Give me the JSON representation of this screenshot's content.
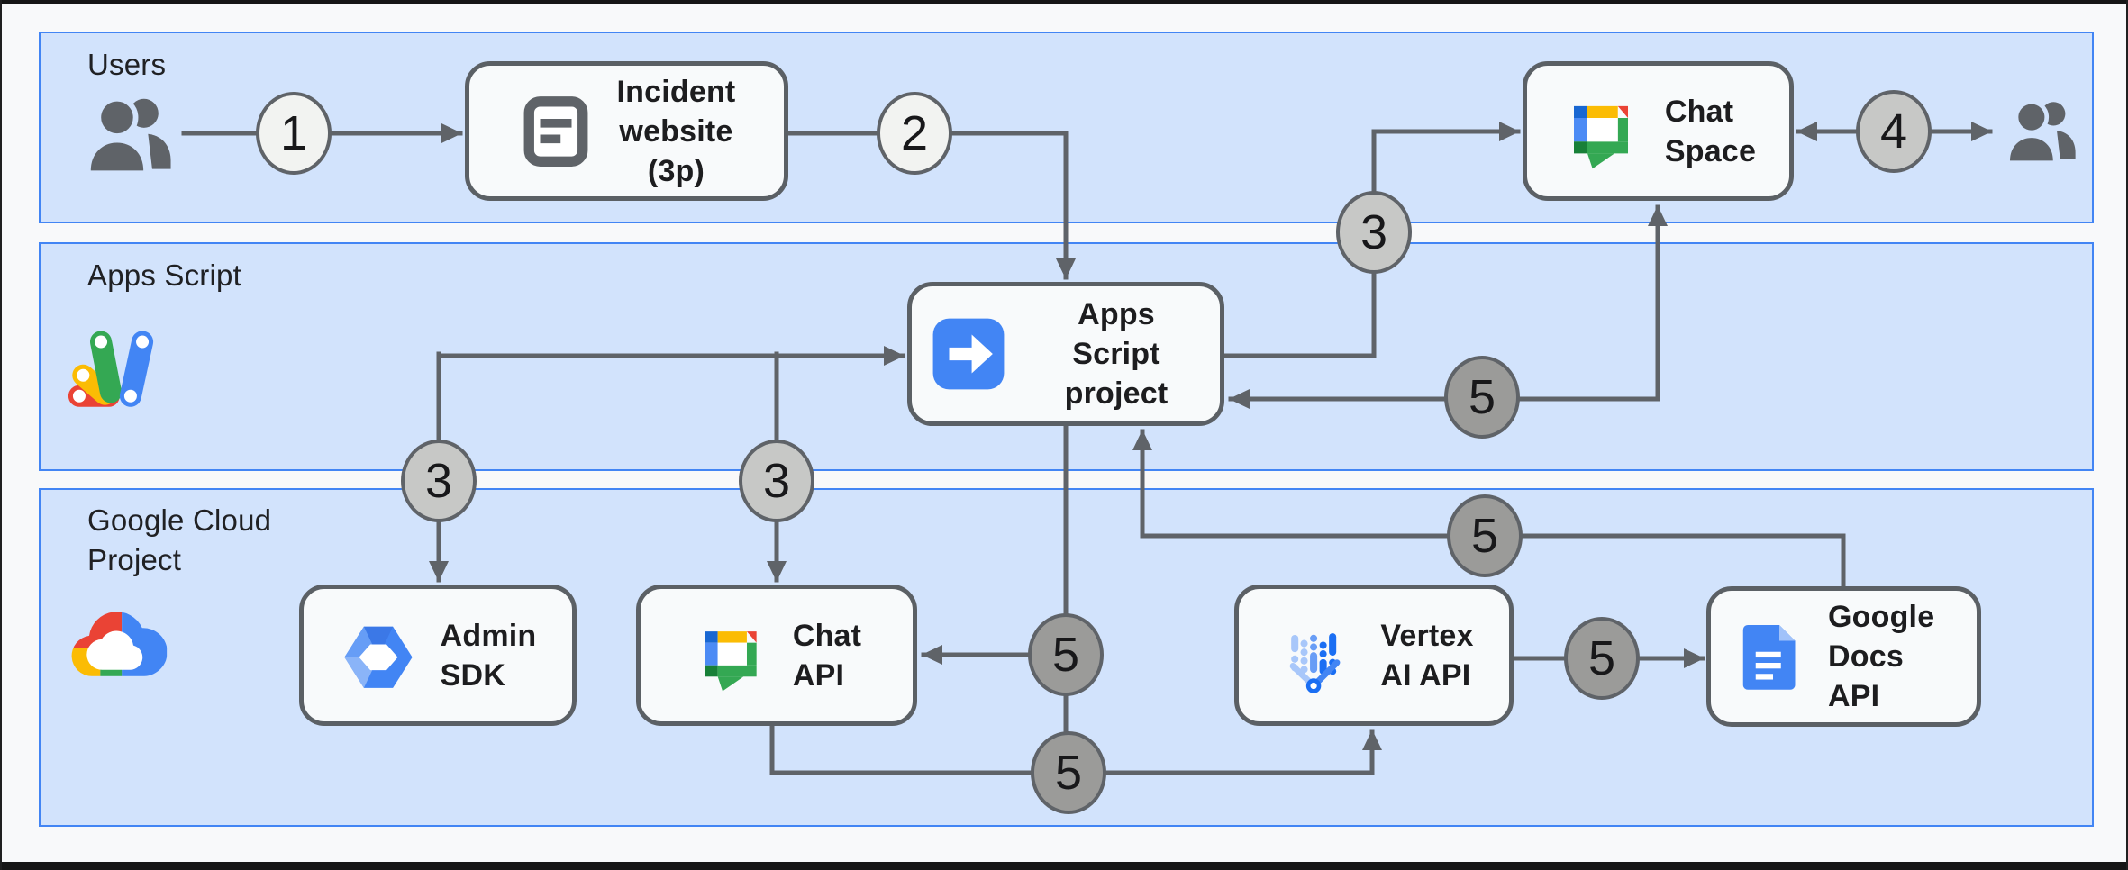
{
  "diagram": {
    "kind": "architecture-flow",
    "colors": {
      "band_fill": "#d2e3fc",
      "band_border": "#4285f4",
      "connector": "#5f6368",
      "box_fill": "#f8fafb",
      "box_border": "#5b6065",
      "badge_light": "#f2f3f1",
      "badge_mid": "#c7c8c6",
      "badge_dark": "#9b9b99",
      "google_blue": "#4285f4",
      "google_red": "#ea4335",
      "google_yellow": "#fbbc04",
      "google_green": "#34a853"
    }
  },
  "bands": {
    "users": {
      "label": "Users",
      "icon": "users-icon"
    },
    "apps_script": {
      "label": "Apps Script",
      "icon": "apps-script-logo-icon"
    },
    "gcp": {
      "label": "Google Cloud\nProject",
      "icon": "google-cloud-logo-icon"
    }
  },
  "nodes": {
    "incident_website": {
      "label": "Incident\nwebsite\n(3p)",
      "icon": "document-icon"
    },
    "chat_space": {
      "label": "Chat\nSpace",
      "icon": "google-chat-icon"
    },
    "apps_script_project": {
      "label": "Apps Script\nproject",
      "icon": "apps-script-project-icon"
    },
    "admin_sdk": {
      "label": "Admin\nSDK",
      "icon": "admin-sdk-icon"
    },
    "chat_api": {
      "label": "Chat\nAPI",
      "icon": "google-chat-icon"
    },
    "vertex_ai": {
      "label": "Vertex\nAI API",
      "icon": "vertex-ai-icon"
    },
    "google_docs": {
      "label": "Google\nDocs API",
      "icon": "google-docs-icon"
    }
  },
  "badges": [
    {
      "id": "step1",
      "label": "1"
    },
    {
      "id": "step2",
      "label": "2"
    },
    {
      "id": "step3-to-admin-sdk",
      "label": "3"
    },
    {
      "id": "step3-to-chat-api",
      "label": "3"
    },
    {
      "id": "step3-to-chat-space",
      "label": "3"
    },
    {
      "id": "step4",
      "label": "4"
    },
    {
      "id": "step5-chat-space-apps-script",
      "label": "5"
    },
    {
      "id": "step5-docs-to-apps-script",
      "label": "5"
    },
    {
      "id": "step5-to-chat-api",
      "label": "5"
    },
    {
      "id": "step5-vertex-to-docs",
      "label": "5"
    },
    {
      "id": "step5-chat-api-to-vertex",
      "label": "5"
    }
  ]
}
